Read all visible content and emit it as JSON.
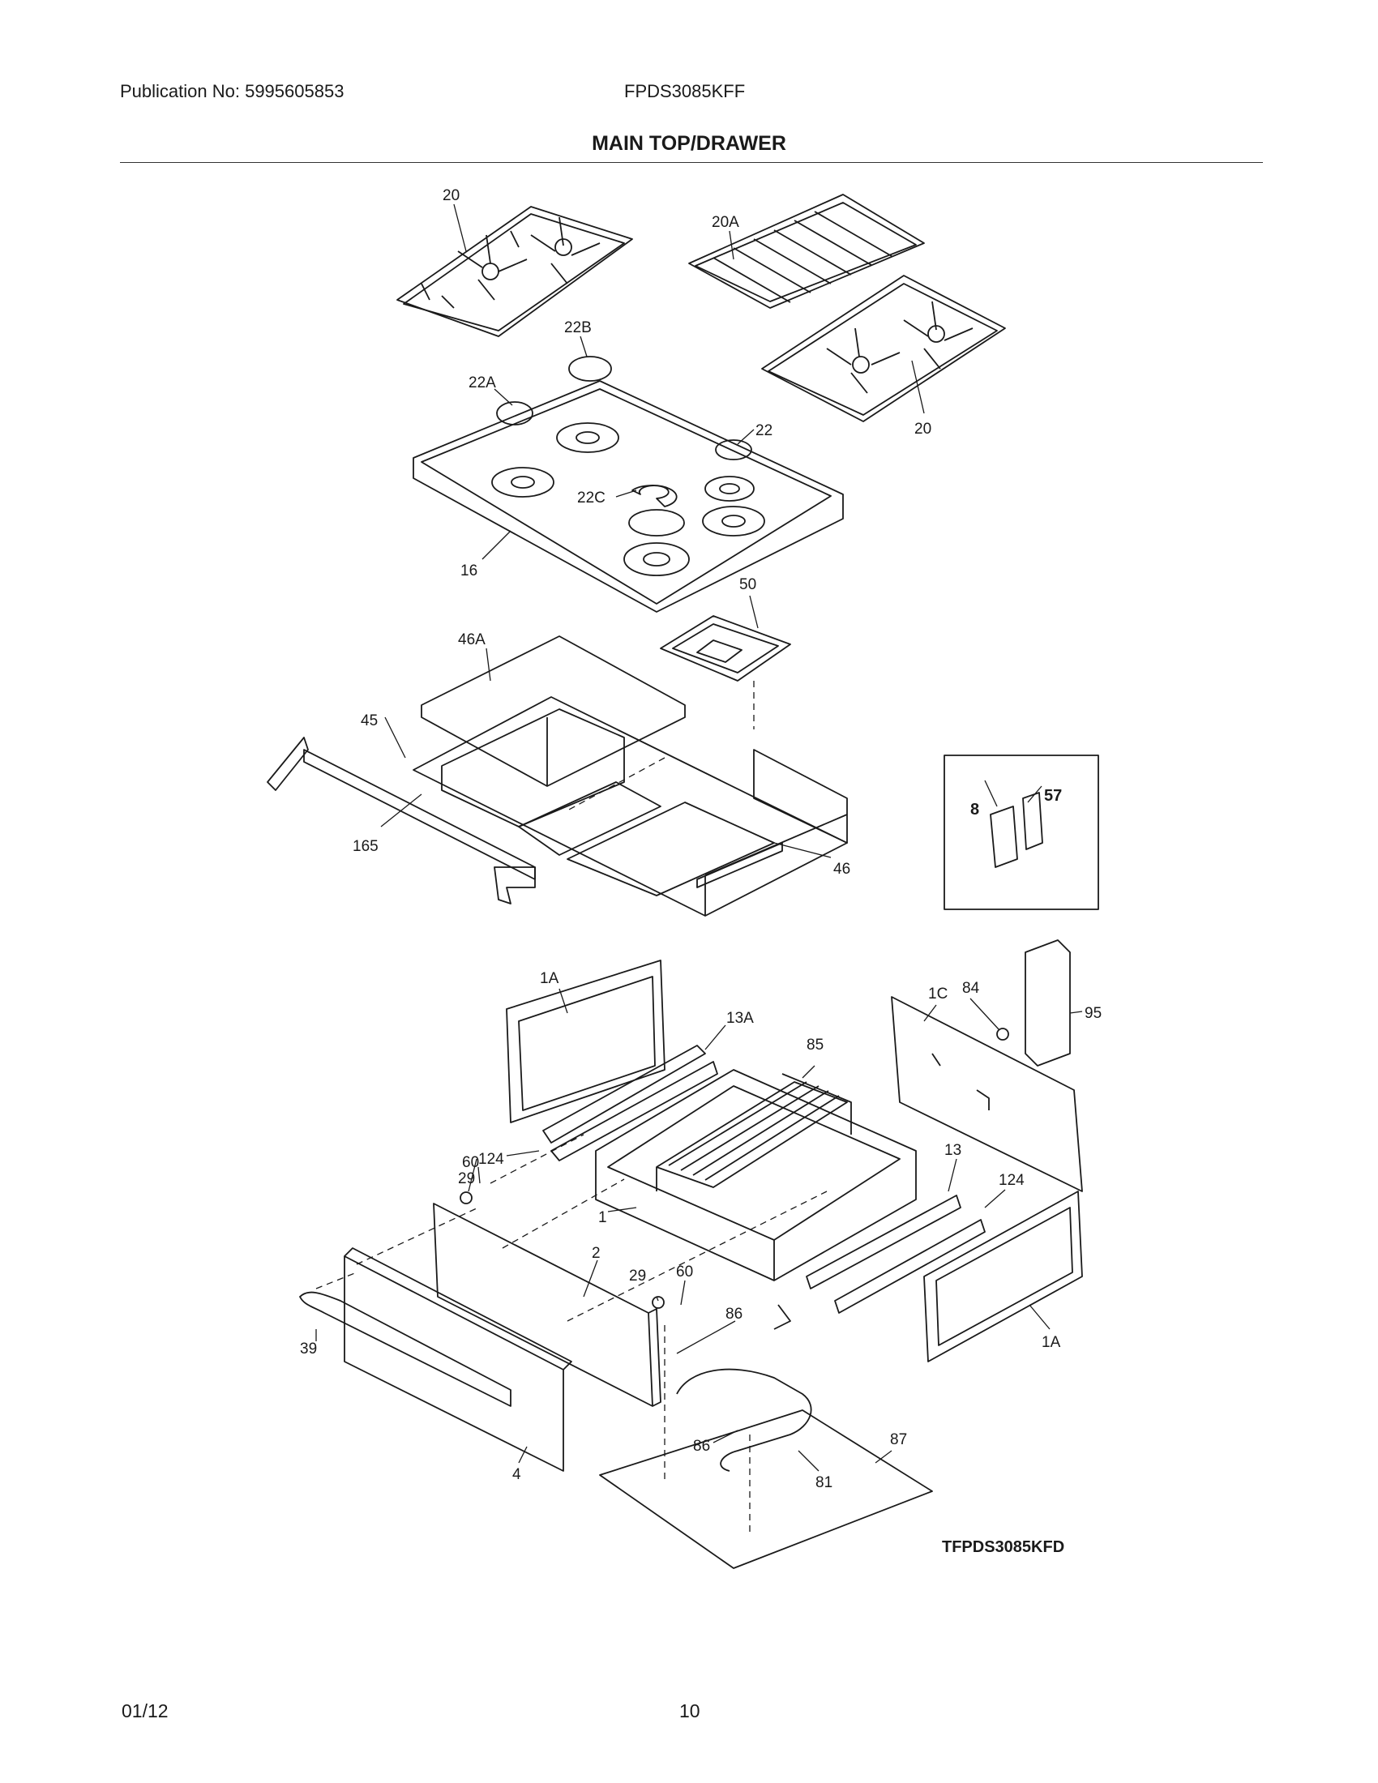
{
  "header": {
    "publication": "Publication No: 5995605853",
    "model": "FPDS3085KFF",
    "title": "MAIN TOP/DRAWER"
  },
  "diagram": {
    "code": "TFPDS3085KFD",
    "callouts": {
      "c20a": "20",
      "c20A": "20A",
      "c20b": "20",
      "c22B": "22B",
      "c22A": "22A",
      "c22": "22",
      "c22C": "22C",
      "c16": "16",
      "c50": "50",
      "c46A": "46A",
      "c45": "45",
      "c165": "165",
      "c46": "46",
      "c8": "8",
      "c57": "57",
      "c1A_top": "1A",
      "c13A": "13A",
      "c85": "85",
      "c1C": "1C",
      "c84": "84",
      "c95": "95",
      "c124a": "124",
      "c29a": "29",
      "c60a": "60",
      "c13": "13",
      "c124b": "124",
      "c1": "1",
      "c2": "2",
      "c29b": "29",
      "c60b": "60",
      "c39": "39",
      "c1A_bot": "1A",
      "c86a": "86",
      "c86b": "86",
      "c87": "87",
      "c81": "81",
      "c4": "4"
    }
  },
  "footer": {
    "date": "01/12",
    "page": "10"
  }
}
